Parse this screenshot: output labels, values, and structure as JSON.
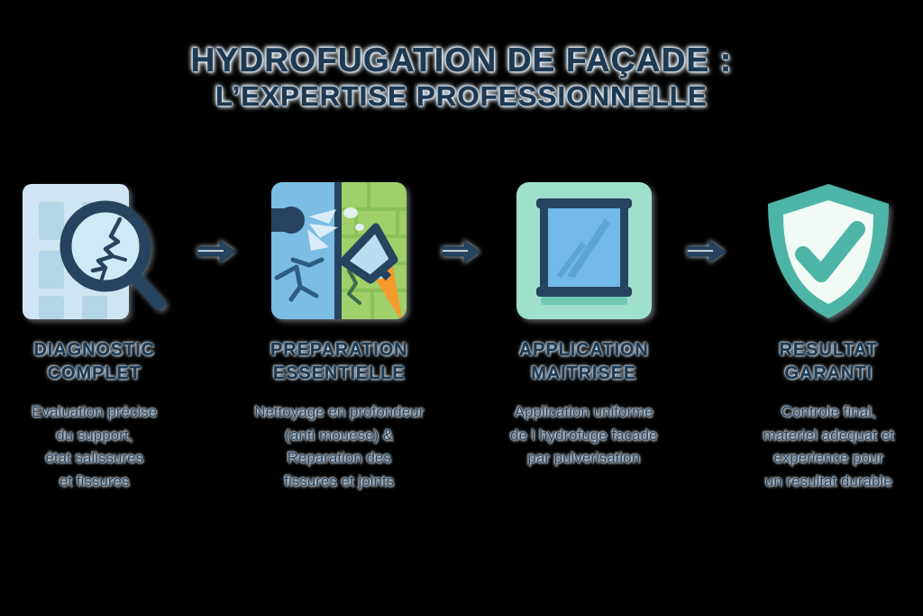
{
  "title": {
    "line1": "HYDROFUGATION DE FAÇADE :",
    "line2": "L’EXPERTISE PROFESSIONNELLE"
  },
  "colors": {
    "background": "#000000",
    "title_text": "#1e3a52",
    "title_glow": "#e8eef3",
    "navy": "#26445f",
    "light_blue_tile": "#cfe6f2",
    "blue_panel": "#7cbde3",
    "green_brick": "#9fd06a",
    "mint_tile": "#9fe0cc",
    "teal": "#4db5a5",
    "orange_handle": "#f59b2b",
    "body_text": "#23415d"
  },
  "arrow": {
    "icon": "arrow-right-icon",
    "count": 3
  },
  "steps": [
    {
      "icon": "building-magnifier-crack-icon",
      "title": "DIAGNOSTIC\nCOMPLET",
      "title_line1": "DIAGNOSTIC",
      "title_line2": "COMPLET",
      "description": "Evaluation précise du support, état salissures et fissures",
      "description_lines": [
        "Evaluation précise",
        "du support,",
        "état salissures",
        "et fissures"
      ]
    },
    {
      "icon": "pressure-washer-trowel-brickwall-icon",
      "title": "PREPARATION\nESSENTIELLE",
      "title_line1": "PREPARATION",
      "title_line2": "ESSENTIELLE",
      "description": "Nettoyage en profondeur (anti mouese) & Reparation des fissures et joints",
      "description_lines": [
        "Nettoyage en profondeur",
        "(anti mouese) &",
        "Reparation des",
        "fissures et joints"
      ]
    },
    {
      "icon": "wall-panel-brushstrokes-icon",
      "title": "APPLICATION\nMAITRISEE",
      "title_line1": "APPLICATION",
      "title_line2": "MAITRISEE",
      "description": "Application uniforme de l hydrofuge facade par pulverisation",
      "description_lines": [
        "Application uniforme",
        "de l hydrofuge facade",
        "par pulverisation"
      ]
    },
    {
      "icon": "shield-check-icon",
      "title": "RESULTAT\nGARANTI",
      "title_line1": "RESULTAT",
      "title_line2": "GARANTI",
      "description": "Controle final, materiel adequat et experience pour un resultat durable",
      "description_lines": [
        "Controle final,",
        "materiel adequat et",
        "experience pour",
        "un resultat durable"
      ]
    }
  ]
}
